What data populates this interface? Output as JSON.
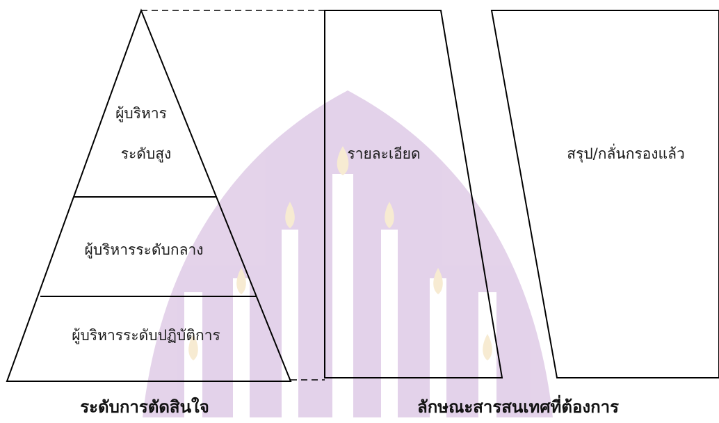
{
  "pyramid": {
    "top_level": [
      "ผู้บริหาร",
      "ระดับสูง"
    ],
    "middle_level": "ผู้บริหารระดับกลาง",
    "operational_level": "ผู้บริหารระดับปฏิบัติการ",
    "caption": "ระดับการตัดสินใจ"
  },
  "info_shapes": {
    "detail": "รายละเอียด",
    "summary": "สรุป/กลั่นกรองแล้ว",
    "caption": "ลักษณะสารสนเทศที่ต้องการ"
  },
  "colors": {
    "line": "#000000",
    "watermark_purple": "#c9a7d6",
    "watermark_gold": "#f0d9a6"
  }
}
